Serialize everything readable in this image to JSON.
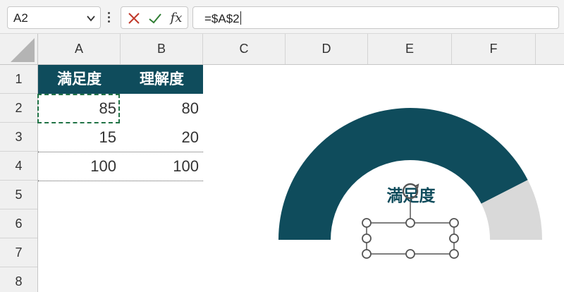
{
  "formula_bar": {
    "name_box": "A2",
    "formula": "=$A$2",
    "fx_label": "fx"
  },
  "columns": [
    "A",
    "B",
    "C",
    "D",
    "E",
    "F"
  ],
  "rows": [
    "1",
    "2",
    "3",
    "4",
    "5",
    "6",
    "7",
    "8"
  ],
  "table": {
    "headers": [
      "満足度",
      "理解度"
    ],
    "rows": [
      [
        "85",
        "80"
      ],
      [
        "15",
        "20"
      ],
      [
        "100",
        "100"
      ]
    ]
  },
  "chart_data": {
    "type": "pie",
    "subtype": "half-doughnut-gauge",
    "title": "満足度",
    "series": [
      {
        "name": "満足度",
        "values": [
          85,
          15,
          100
        ]
      }
    ],
    "colors": [
      "#0f4c5c",
      "#d9d9d9",
      "none"
    ]
  },
  "colors": {
    "header_fill": "#0f4c5c",
    "gauge_remaining": "#d9d9d9",
    "selection": "#217346"
  }
}
